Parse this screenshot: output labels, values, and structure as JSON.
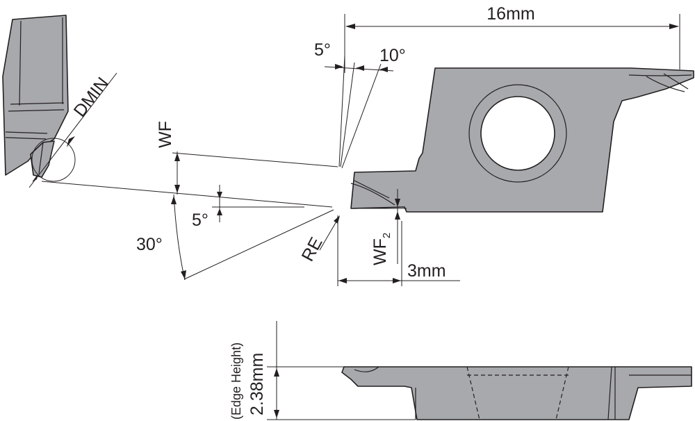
{
  "labels": {
    "length": "16mm",
    "angle_5_top": "5°",
    "angle_10": "10°",
    "dmin": "DMIN",
    "wf": "WF",
    "angle_5_left": "5°",
    "angle_30": "30°",
    "re": "RE",
    "wf2_main": "WF",
    "wf2_sub": "2",
    "width_3": "3mm",
    "edge_height_note": "(Edge Height)",
    "edge_height_value": "2.38mm"
  },
  "colors": {
    "insert_fill": "#a7a9ac",
    "line": "#231f20",
    "background": "#ffffff"
  }
}
